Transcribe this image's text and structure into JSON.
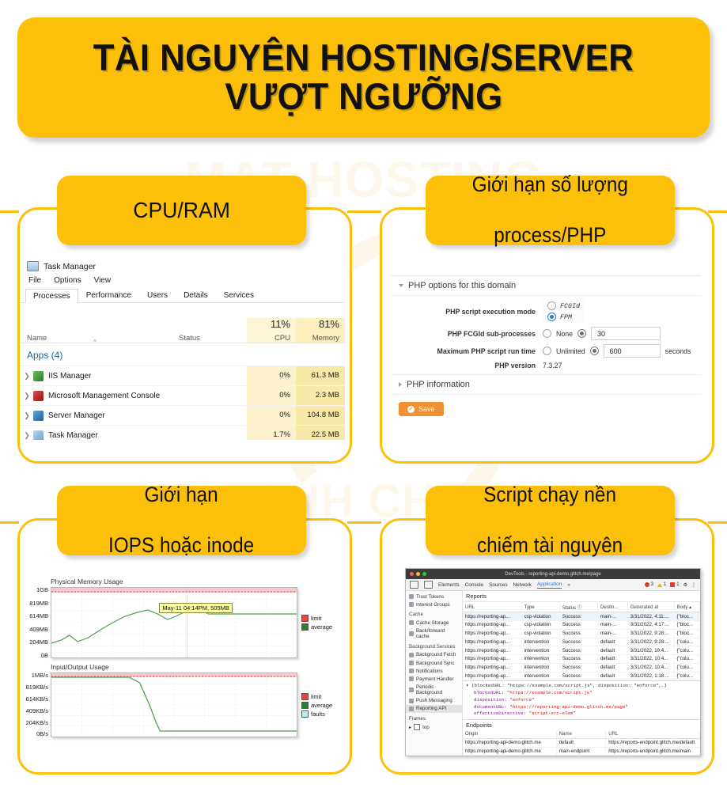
{
  "banner": {
    "line1": "TÀI NGUYÊN HOSTING/SERVER",
    "line2": "VƯỢT NGƯỠNG",
    "bg_color": "#fcbf0a"
  },
  "watermark": {
    "line1": "MAT HOSTING",
    "line2": "NHANH CHONG"
  },
  "chips": [
    {
      "text": "CPU/RAM"
    },
    {
      "line1": "Giới hạn số lượng",
      "line2": "process/PHP"
    },
    {
      "line1": "Giới hạn",
      "line2": "IOPS hoặc inode"
    },
    {
      "line1": "Script chạy nền",
      "line2": "chiếm tài nguyên"
    }
  ],
  "task_manager": {
    "window_title": "Task Manager",
    "menu": [
      "File",
      "Options",
      "View"
    ],
    "tabs": [
      "Processes",
      "Performance",
      "Users",
      "Details",
      "Services"
    ],
    "active_tab": "Processes",
    "columns": {
      "name": "Name",
      "status": "Status",
      "cpu_pct": "11%",
      "cpu_label": "CPU",
      "mem_pct": "81%",
      "mem_label": "Memory"
    },
    "group": "Apps (4)",
    "rows": [
      {
        "name": "IIS Manager",
        "status": "",
        "cpu": "0%",
        "memory": "61.3 MB"
      },
      {
        "name": "Microsoft Management Console",
        "status": "",
        "cpu": "0%",
        "memory": "2.3 MB"
      },
      {
        "name": "Server Manager",
        "status": "",
        "cpu": "0%",
        "memory": "104.8 MB"
      },
      {
        "name": "Task Manager",
        "status": "",
        "cpu": "1.7%",
        "memory": "22.5 MB"
      }
    ]
  },
  "php_options": {
    "section_title": "PHP options for this domain",
    "exec_mode_label": "PHP script execution mode",
    "exec_mode_option_1": "FCGId",
    "exec_mode_option_2": "FPM",
    "exec_mode_selected": "FPM",
    "subprocess_label": "PHP FCGId sub-processes",
    "subprocess_none": "None",
    "subprocess_value": "30",
    "runtime_label": "Maximum PHP script run time",
    "runtime_unlimited": "Unlimited",
    "runtime_value": "600",
    "runtime_unit": "seconds",
    "version_label": "PHP version",
    "version_value": "7.3.27",
    "info_section_title": "PHP information",
    "save_label": "Save",
    "save_color": "#ef9035"
  },
  "chart_data": [
    {
      "type": "line",
      "title": "Physical Memory Usage",
      "xlabel": "",
      "ylabel": "",
      "ylim": [
        0,
        1024
      ],
      "yticks": [
        "1GB",
        "819MB",
        "614MB",
        "409MB",
        "204MB",
        "0B"
      ],
      "grid": true,
      "legend_position": "right",
      "legend": [
        "limit",
        "average"
      ],
      "series": [
        {
          "name": "limit",
          "color": "#e8473f",
          "values": [
            1000,
            1000,
            1000,
            1000,
            1000,
            1000,
            1000,
            1000,
            1000,
            1000,
            1000,
            1000,
            1000,
            1000,
            1000,
            1000,
            1000
          ]
        },
        {
          "name": "average",
          "color": "#4f9e52",
          "values": [
            215,
            240,
            290,
            250,
            275,
            330,
            400,
            470,
            520,
            560,
            520,
            470,
            500,
            560,
            590,
            505,
            505
          ]
        }
      ],
      "annotation": "May-11 04:14PM, 505MB"
    },
    {
      "type": "line",
      "title": "Input/Output Usage",
      "xlabel": "",
      "ylabel": "",
      "ylim": [
        0,
        1024
      ],
      "yticks": [
        "1MB/s",
        "819KB/s",
        "614KB/s",
        "409KB/s",
        "204KB/s",
        "0B/s"
      ],
      "grid": true,
      "legend_position": "right",
      "legend": [
        "limit",
        "average",
        "faults"
      ],
      "series": [
        {
          "name": "limit",
          "color": "#e8473f",
          "values": [
            1000,
            1000,
            1000,
            1000,
            1000,
            1000,
            1000,
            1000,
            1000,
            1000,
            1000
          ]
        },
        {
          "name": "average",
          "color": "#4f9e52",
          "values": [
            1000,
            1000,
            1000,
            1000,
            1000,
            600,
            120,
            0,
            0,
            0,
            0
          ]
        },
        {
          "name": "faults",
          "color": "#9fe3e3",
          "values": [
            0,
            0,
            0,
            0,
            0,
            0,
            0,
            0,
            0,
            0,
            0
          ]
        }
      ],
      "annotation": ""
    }
  ],
  "devtools": {
    "window_title": "DevTools - reporting-api-demo.glitch.me/page",
    "tabs": [
      "Elements",
      "Console",
      "Sources",
      "Network",
      "Application"
    ],
    "active_tab": "Application",
    "more_tabs": "»",
    "badges": {
      "errors": "3",
      "warnings": "1",
      "issues": "1"
    },
    "sidebar": {
      "top_items": [
        "Trust Tokens",
        "Interest Groups"
      ],
      "groups": [
        {
          "title": "Cache",
          "items": [
            "Cache Storage",
            "Back/forward cache"
          ]
        },
        {
          "title": "Background Services",
          "items": [
            "Background Fetch",
            "Background Sync",
            "Notifications",
            "Payment Handler",
            "Periodic Background",
            "Push Messaging",
            "Reporting API"
          ]
        }
      ],
      "selected": "Reporting API"
    },
    "reports": {
      "title": "Reports",
      "columns": [
        "URL",
        "Type",
        "Status",
        "Destin...",
        "Generated at",
        "Body"
      ],
      "rows": [
        {
          "url": "https://reporting-ap...",
          "type": "csp-violation",
          "status": "Success",
          "destination": "main-...",
          "generated": "3/31/2022, 4:11:...",
          "body": "{\"bloc..."
        },
        {
          "url": "https://reporting-ap...",
          "type": "csp-violation",
          "status": "Success",
          "destination": "main-...",
          "generated": "3/31/2022, 4:17:...",
          "body": "{\"bloc..."
        },
        {
          "url": "https://reporting-ap...",
          "type": "csp-violation",
          "status": "Success",
          "destination": "main-...",
          "generated": "3/31/2022, 9:28:...",
          "body": "{\"bloc..."
        },
        {
          "url": "https://reporting-ap...",
          "type": "intervention",
          "status": "Success",
          "destination": "default",
          "generated": "3/31/2022, 9:28:...",
          "body": "{\"colu..."
        },
        {
          "url": "https://reporting-ap...",
          "type": "intervention",
          "status": "Success",
          "destination": "default",
          "generated": "3/31/2022, 10:4...",
          "body": "{\"colu..."
        },
        {
          "url": "https://reporting-ap...",
          "type": "intervention",
          "status": "Success",
          "destination": "default",
          "generated": "3/31/2022, 10:4...",
          "body": "{\"colu..."
        },
        {
          "url": "https://reporting-ap...",
          "type": "intervention",
          "status": "Success",
          "destination": "default",
          "generated": "3/31/2022, 10:4...",
          "body": "{\"colu..."
        },
        {
          "url": "https://reporting-ap...",
          "type": "intervention",
          "status": "Success",
          "destination": "default",
          "generated": "3/31/2022, 1:18:...",
          "body": "{\"colu..."
        }
      ]
    },
    "detail": {
      "summary": "{blockedURL: \"https://example.com/script.js\", disposition: \"enforce\",…}",
      "fields": [
        {
          "key": "blockedURL:",
          "value": "\"https://example.com/script.js\""
        },
        {
          "key": "disposition:",
          "value": "\"enforce\""
        },
        {
          "key": "documentURL:",
          "value": "\"https://reporting-api-demo.glitch.me/page\""
        },
        {
          "key": "effectiveDirective:",
          "value": "\"script-src-elem\""
        }
      ]
    },
    "endpoints": {
      "title": "Endpoints",
      "columns": [
        "Origin",
        "Name",
        "URL"
      ],
      "rows": [
        {
          "origin": "https://reporting-api-demo.glitch.me",
          "name": "default",
          "url": "https://reports-endpoint.glitch.me/default"
        },
        {
          "origin": "https://reporting-api-demo.glitch.me",
          "name": "main-endpoint",
          "url": "https://reports-endpoint.glitch.me/main"
        }
      ]
    },
    "frames": {
      "title": "Frames",
      "items": [
        "top"
      ]
    }
  }
}
